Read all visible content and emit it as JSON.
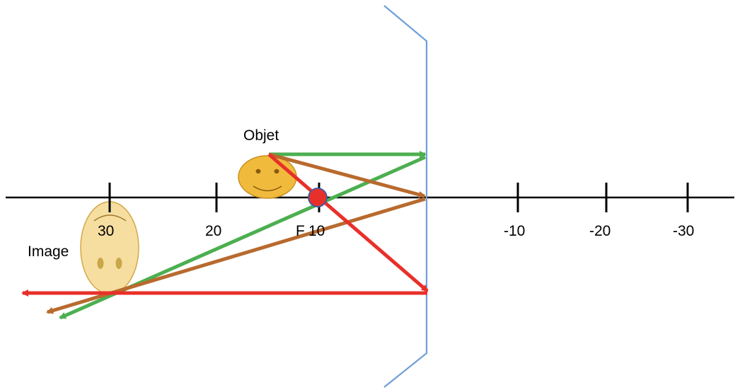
{
  "labels": {
    "object": "Objet",
    "image": "Image",
    "focal": "F"
  },
  "axis": {
    "ticks": [
      {
        "value": 30,
        "label": "30"
      },
      {
        "value": 20,
        "label": "20"
      },
      {
        "value": 10,
        "label": "10"
      },
      {
        "value": -10,
        "label": "-10"
      },
      {
        "value": -20,
        "label": "-20"
      },
      {
        "value": -30,
        "label": "-30"
      }
    ]
  },
  "colors": {
    "axis": "#000000",
    "mirror": "#6f9fd8",
    "ray_parallel": "#4caf50",
    "ray_center": "#b86a2e",
    "ray_focal": "#e8302a",
    "focal_point": "#e8302a",
    "object_face": "#f0bb3c",
    "image_face": "#f5dea0"
  },
  "icons": {
    "object": "smiley-face-icon",
    "image": "inverted-face-icon"
  }
}
